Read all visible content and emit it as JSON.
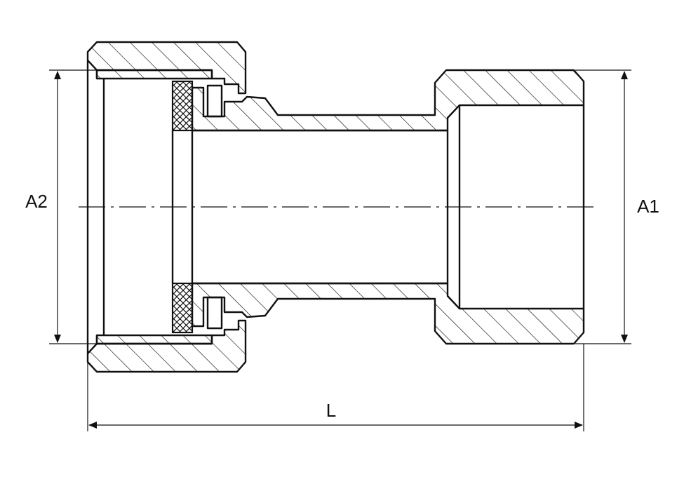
{
  "drawing": {
    "dimension_labels": {
      "left_diameter": "A2",
      "right_diameter": "A1",
      "overall_length": "L"
    }
  }
}
